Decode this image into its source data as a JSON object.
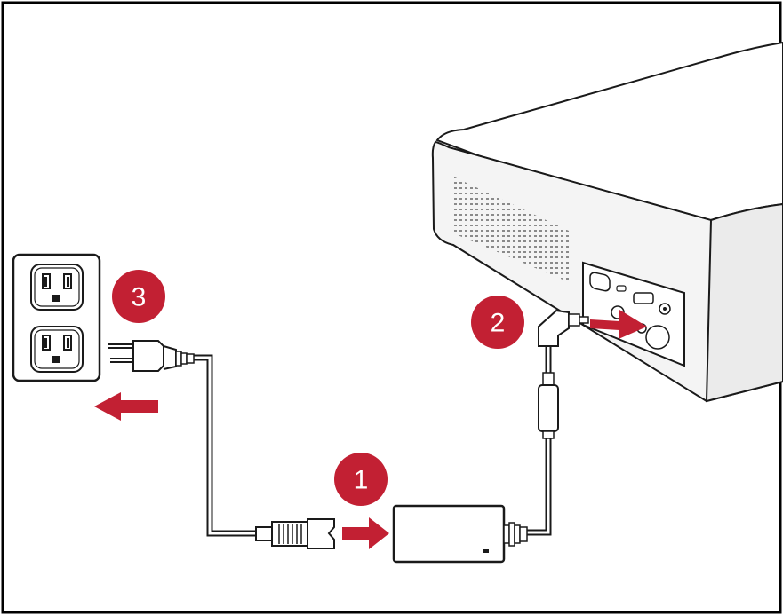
{
  "diagram": {
    "steps": [
      {
        "number": "1",
        "target": "power-adapter"
      },
      {
        "number": "2",
        "target": "projector-dc-in"
      },
      {
        "number": "3",
        "target": "wall-outlet"
      }
    ],
    "colors": {
      "accent": "#c22033",
      "line": "#1a1a1a",
      "outline": "#000000",
      "projector_shade": "#f2f2f2",
      "background": "#ffffff"
    },
    "icons": [
      "wall-outlet-icon",
      "power-plug-icon",
      "power-adapter-icon",
      "dc-connector-icon",
      "arrow-icon",
      "projector-icon"
    ]
  }
}
